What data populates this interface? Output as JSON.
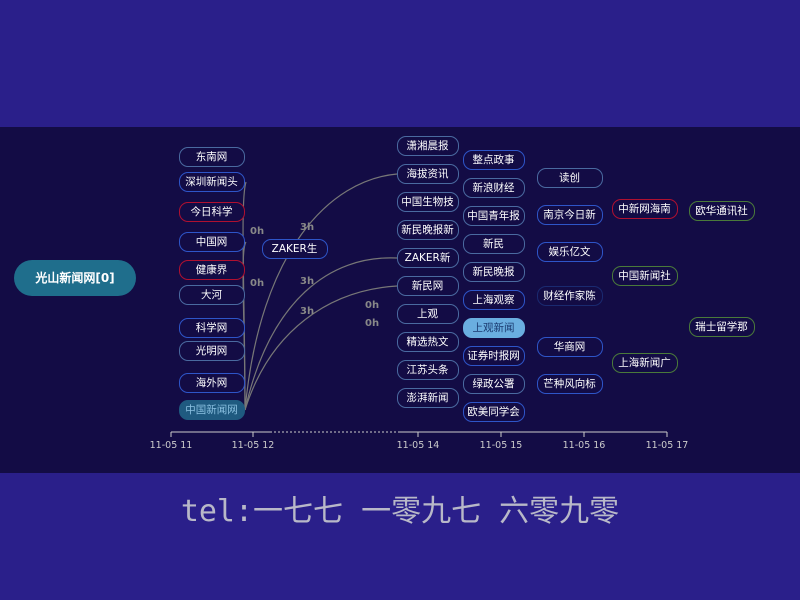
{
  "root": {
    "label": "光山新闻网[0]"
  },
  "colors": {
    "blue": "#2e55c8",
    "red": "#b01030",
    "green": "#4a7a3a",
    "steel": "#4a6aa0",
    "dark": "#1a2a70",
    "hl": "#6aaee0"
  },
  "nodes": [
    {
      "label": "东南网",
      "c": "steel"
    },
    {
      "label": "深圳新闻头",
      "c": "blue"
    },
    {
      "label": "今日科学",
      "c": "red"
    },
    {
      "label": "中国网",
      "c": "blue"
    },
    {
      "label": "健康界",
      "c": "red"
    },
    {
      "label": "大河",
      "c": "steel"
    },
    {
      "label": "科学网",
      "c": "blue"
    },
    {
      "label": "光明网",
      "c": "steel"
    },
    {
      "label": "海外网",
      "c": "blue"
    },
    {
      "label": "中国新闻网",
      "c": "hl"
    },
    {
      "label": "ZAKER生",
      "c": "blue"
    },
    {
      "label": "潇湘晨报",
      "c": "steel"
    },
    {
      "label": "整点政事",
      "c": "blue"
    },
    {
      "label": "海拔资讯",
      "c": "steel"
    },
    {
      "label": "新浪财经",
      "c": "steel"
    },
    {
      "label": "中国生物技",
      "c": "steel"
    },
    {
      "label": "中国青年报",
      "c": "steel"
    },
    {
      "label": "新民晚报新",
      "c": "steel"
    },
    {
      "label": "新民",
      "c": "steel"
    },
    {
      "label": "ZAKER新",
      "c": "steel"
    },
    {
      "label": "新民晚报",
      "c": "steel"
    },
    {
      "label": "新民网",
      "c": "steel"
    },
    {
      "label": "上海观察",
      "c": "blue"
    },
    {
      "label": "上观",
      "c": "steel"
    },
    {
      "label": "上观新闻",
      "c": "hl"
    },
    {
      "label": "精选热文",
      "c": "steel"
    },
    {
      "label": "证券时报网",
      "c": "blue"
    },
    {
      "label": "江苏头条",
      "c": "steel"
    },
    {
      "label": "绿政公署",
      "c": "steel"
    },
    {
      "label": "澎湃新闻",
      "c": "steel"
    },
    {
      "label": "欧美同学会",
      "c": "blue"
    },
    {
      "label": "读创",
      "c": "steel"
    },
    {
      "label": "南京今日新",
      "c": "blue"
    },
    {
      "label": "娱乐亿文",
      "c": "blue"
    },
    {
      "label": "财经作家陈",
      "c": "dark"
    },
    {
      "label": "华商网",
      "c": "blue"
    },
    {
      "label": "芒种风向标",
      "c": "blue"
    },
    {
      "label": "中新网海南",
      "c": "red"
    },
    {
      "label": "中国新闻社",
      "c": "green"
    },
    {
      "label": "上海新闻广",
      "c": "green"
    },
    {
      "label": "欧华通讯社",
      "c": "green"
    },
    {
      "label": "瑞士留学那",
      "c": "green"
    }
  ],
  "edge_labels": [
    "0h",
    "0h",
    "3h",
    "3h",
    "3h",
    "0h",
    "0h"
  ],
  "axis": {
    "ticks": [
      "11-05 11",
      "11-05 12",
      "11-05 14",
      "11-05 15",
      "11-05 16",
      "11-05 17"
    ]
  },
  "footer": {
    "tel": "tel:一七七 一零九七 六零九零"
  }
}
